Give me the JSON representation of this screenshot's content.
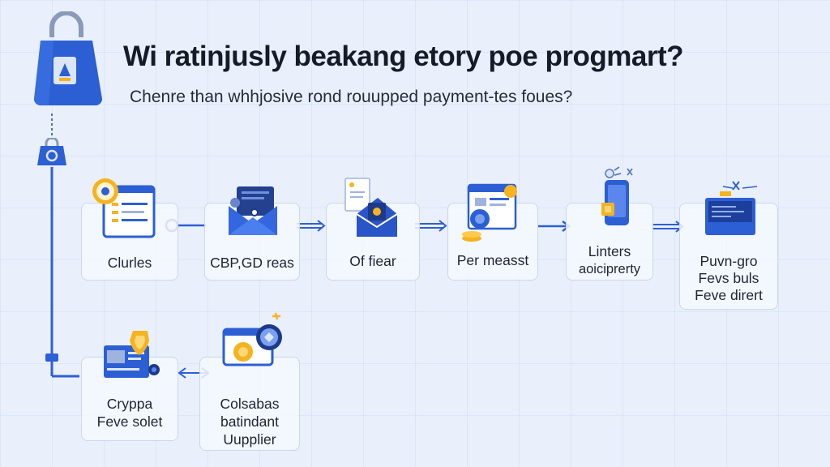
{
  "header": {
    "title": "Wi ratinjusly beakang etory poe progmart?",
    "subtitle": "Chenre than whhjosive rond rouupped payment-tes foues?"
  },
  "steps": [
    {
      "lines": [
        "Clurles"
      ],
      "icon": "browser-coin-icon"
    },
    {
      "lines": [
        "CBP,GD reas"
      ],
      "icon": "envelope-screen-icon"
    },
    {
      "lines": [
        "Of fiear"
      ],
      "icon": "envelope-document-icon"
    },
    {
      "lines": [
        "Per measst"
      ],
      "icon": "monitor-coins-icon"
    },
    {
      "lines": [
        "Linters",
        "aoiciprerty"
      ],
      "icon": "smartphone-payment-icon"
    },
    {
      "lines": [
        "Puvn-gro",
        "Fevs buls",
        "Feve dirert"
      ],
      "icon": "card-reader-icon"
    }
  ],
  "bottom_steps": [
    {
      "lines": [
        "Cryppa",
        "Feve solet"
      ],
      "icon": "shield-browser-icon"
    },
    {
      "lines": [
        "Colsabas",
        "batindant",
        "Uupplier"
      ],
      "icon": "monitor-coin-icon"
    }
  ],
  "colors": {
    "primary_blue": "#2f5fd8",
    "accent_yellow": "#f5b320",
    "connector": "#2d5fd6",
    "card_border": "#ccd7e8"
  }
}
